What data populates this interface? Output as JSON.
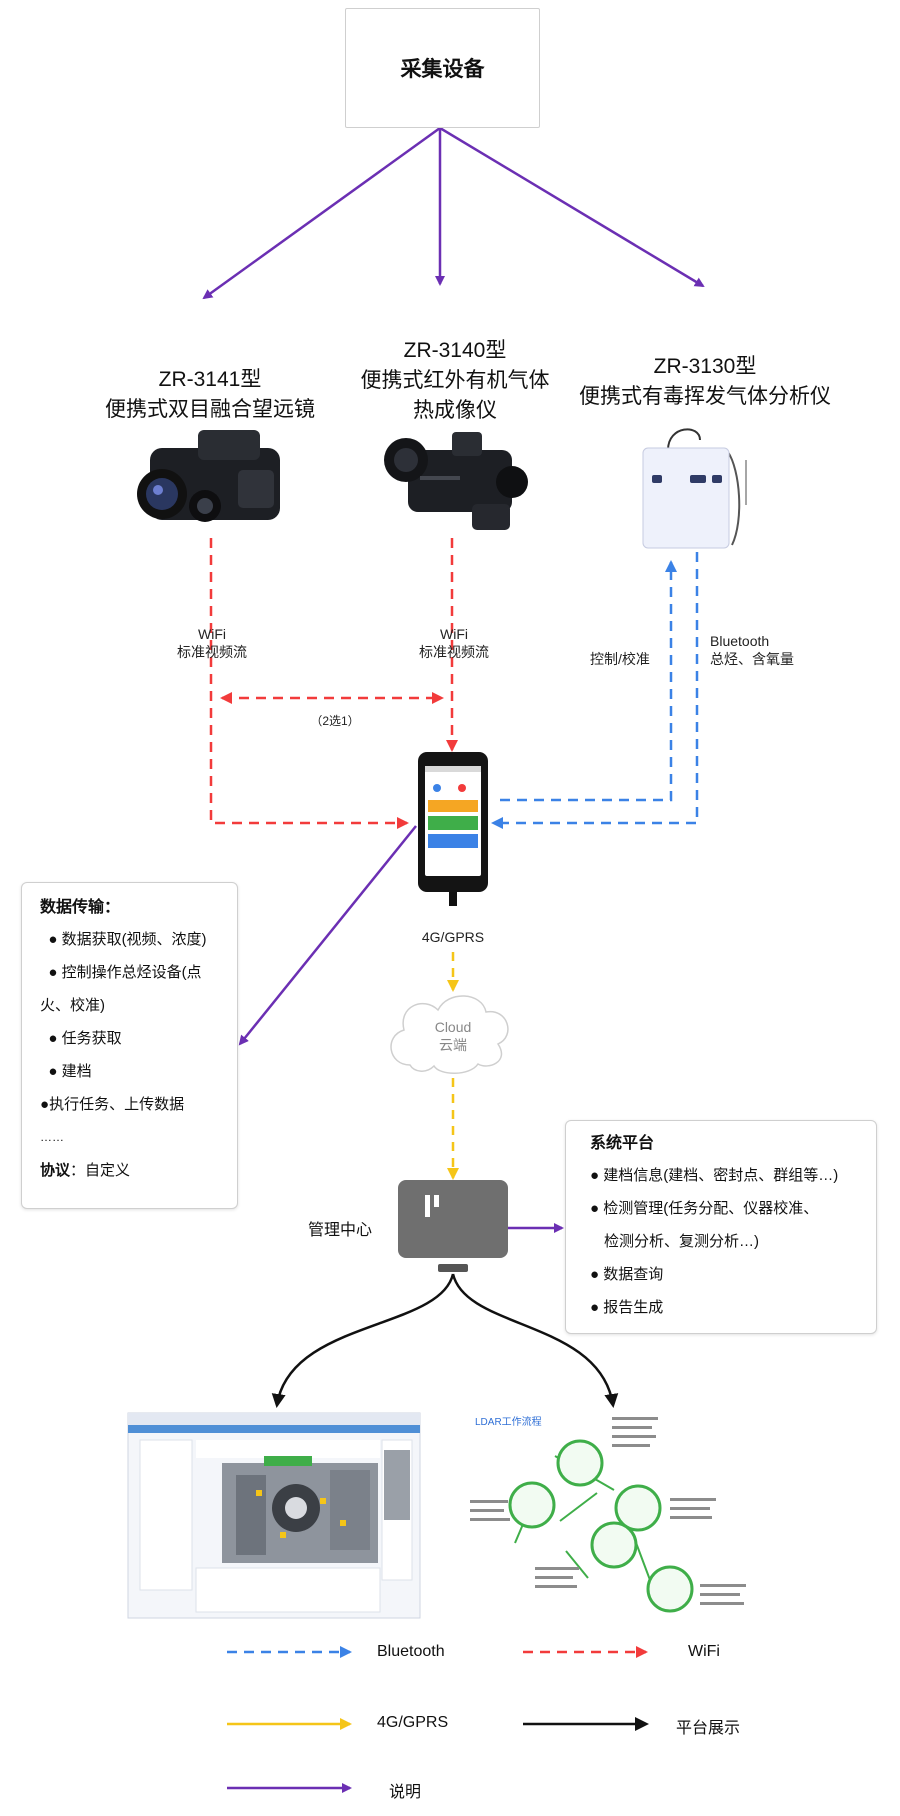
{
  "source": {
    "title": "采集设备"
  },
  "devices": [
    {
      "model": "ZR-3141型",
      "name": "便携式双目融合望远镜"
    },
    {
      "model": "ZR-3140型",
      "name_line1": "便携式红外有机气体",
      "name_line2": "热成像仪"
    },
    {
      "model": "ZR-3130型",
      "name": "便携式有毒挥发气体分析仪"
    }
  ],
  "links": {
    "wifi_left": {
      "line1": "WiFi",
      "line2": "标准视频流"
    },
    "wifi_right": {
      "line1": "WiFi",
      "line2": "标准视频流"
    },
    "choose": "（2选1）",
    "control": "控制/校准",
    "bluetooth": {
      "line1": "Bluetooth",
      "line2": "总烃、含氧量"
    },
    "mobile_net": "4G/GPRS"
  },
  "cloud": {
    "line1": "Cloud",
    "line2": "云端"
  },
  "center": {
    "label": "管理中心"
  },
  "data_box": {
    "title": "数据传输：",
    "items": [
      "数据获取(视频、浓度)",
      "控制操作总烃设备(点",
      "火、校准)",
      "任务获取",
      "建档",
      "执行任务、上传数据"
    ],
    "ellipsis": "……",
    "protocol_label": "协议",
    "protocol_value": "：自定义"
  },
  "platform_box": {
    "title": "系统平台",
    "items": [
      "建档信息(建档、密封点、群组等…)",
      "检测管理(任务分配、仪器校准、",
      "检测分析、复测分析…)",
      "数据查询",
      "报告生成"
    ]
  },
  "workflow": {
    "title": "LDAR工作流程"
  },
  "legend": [
    {
      "label": "Bluetooth",
      "color": "#3b82e6"
    },
    {
      "label": "WiFi",
      "color": "#f23b3b"
    },
    {
      "label": "4G/GPRS",
      "color": "#f5c518"
    },
    {
      "label": "平台展示",
      "color": "#111111"
    },
    {
      "label": "说明",
      "color": "#6b2fb3"
    }
  ]
}
